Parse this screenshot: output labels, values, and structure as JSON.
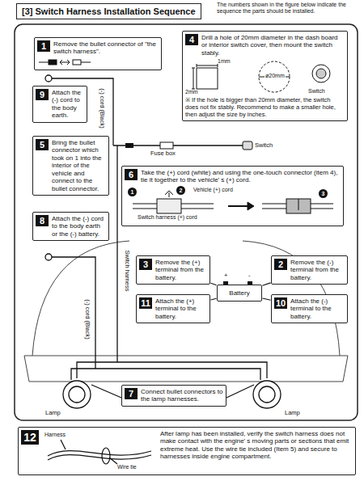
{
  "diagram": {
    "title": "[3] Switch Harness Installation Sequence",
    "nodes": [
      {
        "text": [
          "1",
          "Remove the bullet connector of \"the switch harness\"."
        ]
      },
      {
        "text": [
          "4",
          "Drill a hole of 20mm diameter in the dash board or interior switch cover, then mount the switch stably.",
          "※ If the hole is bigger than 20mm diameter, the switch does not fix stably. Recommend to make a smaller hole, then adjust the size by inches."
        ]
      },
      {
        "text": [
          "9",
          "Attach the (-) cord to the body earth."
        ]
      },
      {
        "text": [
          "5",
          "Bring the bullet connector which took on 1 into the interior of the vehicle and connect to the bullet connector."
        ]
      },
      {
        "text": [
          "6",
          "Take the (+) cord (white) and using the one-touch connector (item 4), tie it together to the vehicle' s (+) cord."
        ]
      },
      {
        "text": [
          "8",
          "Attach the (-) cord to the body earth or the (-) battery."
        ]
      },
      {
        "text": [
          "3",
          "Remove the (+) terminal from the battery."
        ]
      },
      {
        "text": [
          "2",
          "Remove the (-) terminal from the battery."
        ]
      },
      {
        "text": [
          "Battery"
        ]
      },
      {
        "text": [
          "11",
          "Attach the (+) terminal to the battery."
        ]
      },
      {
        "text": [
          "10",
          "Attach the (-) terminal to the battery."
        ]
      },
      {
        "text": [
          "7",
          "Connect bullet connectors to the lamp harnesses."
        ]
      },
      {
        "text": [
          "12",
          "After lamp has been installed, verify the switch harness does not make contact with the engine' s moving parts or sections that emit extreme heat. Use the wire tie included (Item 5) and secure to harnesses inside engine compartment."
        ]
      }
    ],
    "edges": [
      {
        "from": 6,
        "to": 8,
        "arrow": "none"
      },
      {
        "from": 7,
        "to": 8,
        "arrow": "none"
      },
      {
        "from": 9,
        "to": 8,
        "arrow": "none"
      },
      {
        "from": 10,
        "to": 8,
        "arrow": "none"
      }
    ],
    "labels": [
      "The numbers shown in the figure below indicate the sequence the parts should be installed.",
      "(-) cord (Black)",
      "Switch",
      "Fuse box",
      "1mm",
      "2mm",
      "ø20mm",
      "Switch",
      "Vehicle (+) cord",
      "Switch harness (+) cord",
      "1",
      "2",
      "3",
      "Switch harness",
      "(-) cord (Black)",
      "Lamp",
      "Lamp",
      "Harness",
      "Wire tie",
      "+",
      "-"
    ]
  }
}
